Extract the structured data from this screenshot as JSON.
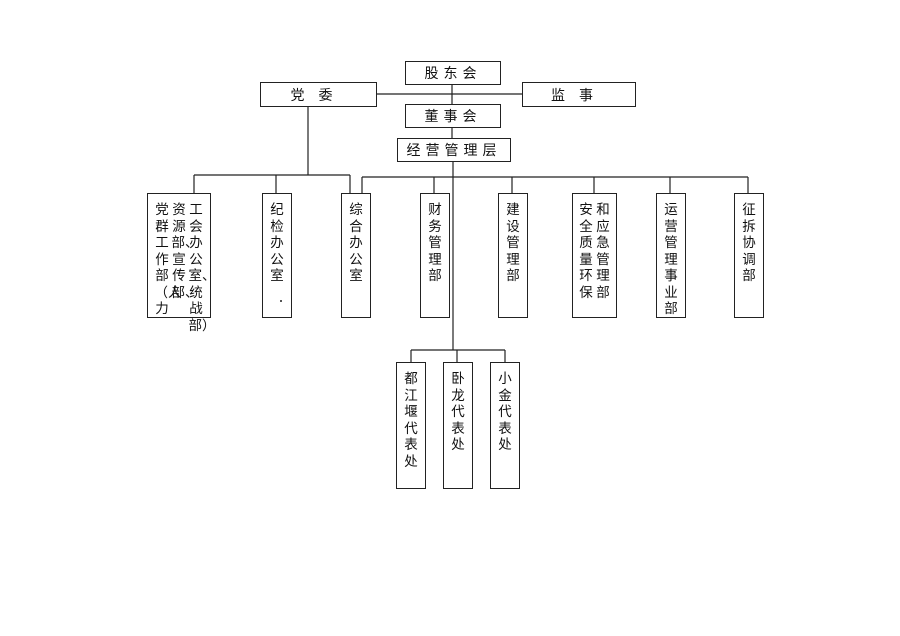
{
  "nodes": {
    "shareholders": "股东会",
    "party_committee": "党委",
    "supervisors": "监事",
    "board": "董事会",
    "management": "经营管理层"
  },
  "departments": [
    {
      "id": "party-affairs-dept",
      "lines": [
        "工会办公室、统战部）",
        "资源部、宣传部、",
        "党群工作部（人力"
      ]
    },
    {
      "id": "discipline-office",
      "lines": [
        "纪检办公室"
      ]
    },
    {
      "id": "general-office",
      "lines": [
        "综合办公室"
      ]
    },
    {
      "id": "finance-dept",
      "lines": [
        "财务管理部"
      ]
    },
    {
      "id": "construction-dept",
      "lines": [
        "建设管理部"
      ]
    },
    {
      "id": "safety-dept",
      "lines": [
        "和应急管理部",
        "安全质量环保"
      ]
    },
    {
      "id": "operations-dept",
      "lines": [
        "运营管理事业部"
      ]
    },
    {
      "id": "demolition-dept",
      "lines": [
        "征拆协调部"
      ]
    }
  ],
  "offices": [
    {
      "id": "dujiangyan-office",
      "lines": [
        "都江堰代表处"
      ]
    },
    {
      "id": "wolong-office",
      "lines": [
        "卧龙代表处"
      ]
    },
    {
      "id": "xiaojin-office",
      "lines": [
        "小金代表处"
      ]
    }
  ]
}
